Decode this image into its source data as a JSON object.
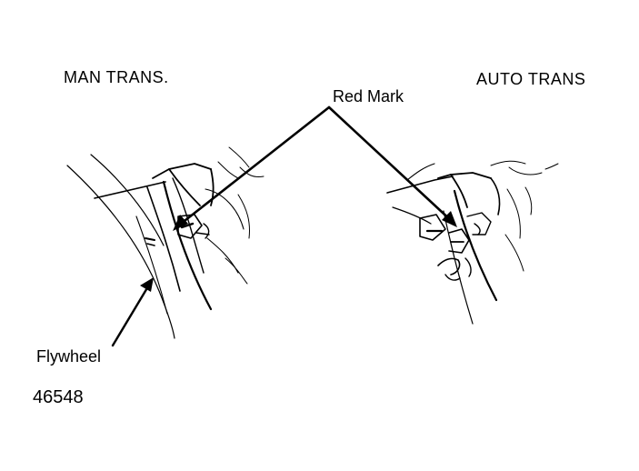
{
  "labels": {
    "man_trans": "MAN  TRANS.",
    "auto_trans": "AUTO  TRANS",
    "red_mark": "Red Mark",
    "flywheel": "Flywheel",
    "figure_number": "46548"
  },
  "colors": {
    "ink": "#000000",
    "background": "#ffffff"
  }
}
